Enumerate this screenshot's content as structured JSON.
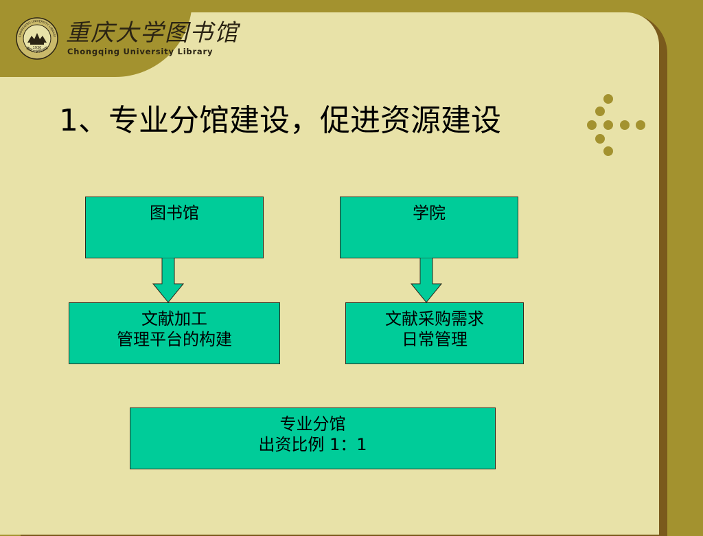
{
  "logo": {
    "name_cn": "重庆大学图书馆",
    "name_en": "Chongqing University Library",
    "seal_icon": "university-seal-icon",
    "seal_text_top": "CHONGQING UNIVERSITY LIBRARY",
    "seal_year": "1930",
    "seal_text_bottom": "重庆大学图书馆"
  },
  "slide": {
    "title": "1、专业分馆建设，促进资源建设"
  },
  "diagram": {
    "nodes": [
      {
        "id": "library",
        "lines": [
          "图书馆"
        ]
      },
      {
        "id": "college",
        "lines": [
          "学院"
        ]
      },
      {
        "id": "lib-task",
        "lines": [
          "文献加工",
          "管理平台的构建"
        ]
      },
      {
        "id": "col-task",
        "lines": [
          "文献采购需求",
          "日常管理"
        ]
      },
      {
        "id": "branch",
        "lines": [
          "专业分馆",
          "出资比例 1：1"
        ]
      }
    ],
    "edges": [
      {
        "from": "library",
        "to": "lib-task"
      },
      {
        "from": "college",
        "to": "col-task"
      }
    ]
  },
  "colors": {
    "background": "#a3922f",
    "panel": "#e8e2a8",
    "panel_shadow": "#7a5a1c",
    "box_fill": "#00cc99",
    "dots": "#a3922f"
  }
}
